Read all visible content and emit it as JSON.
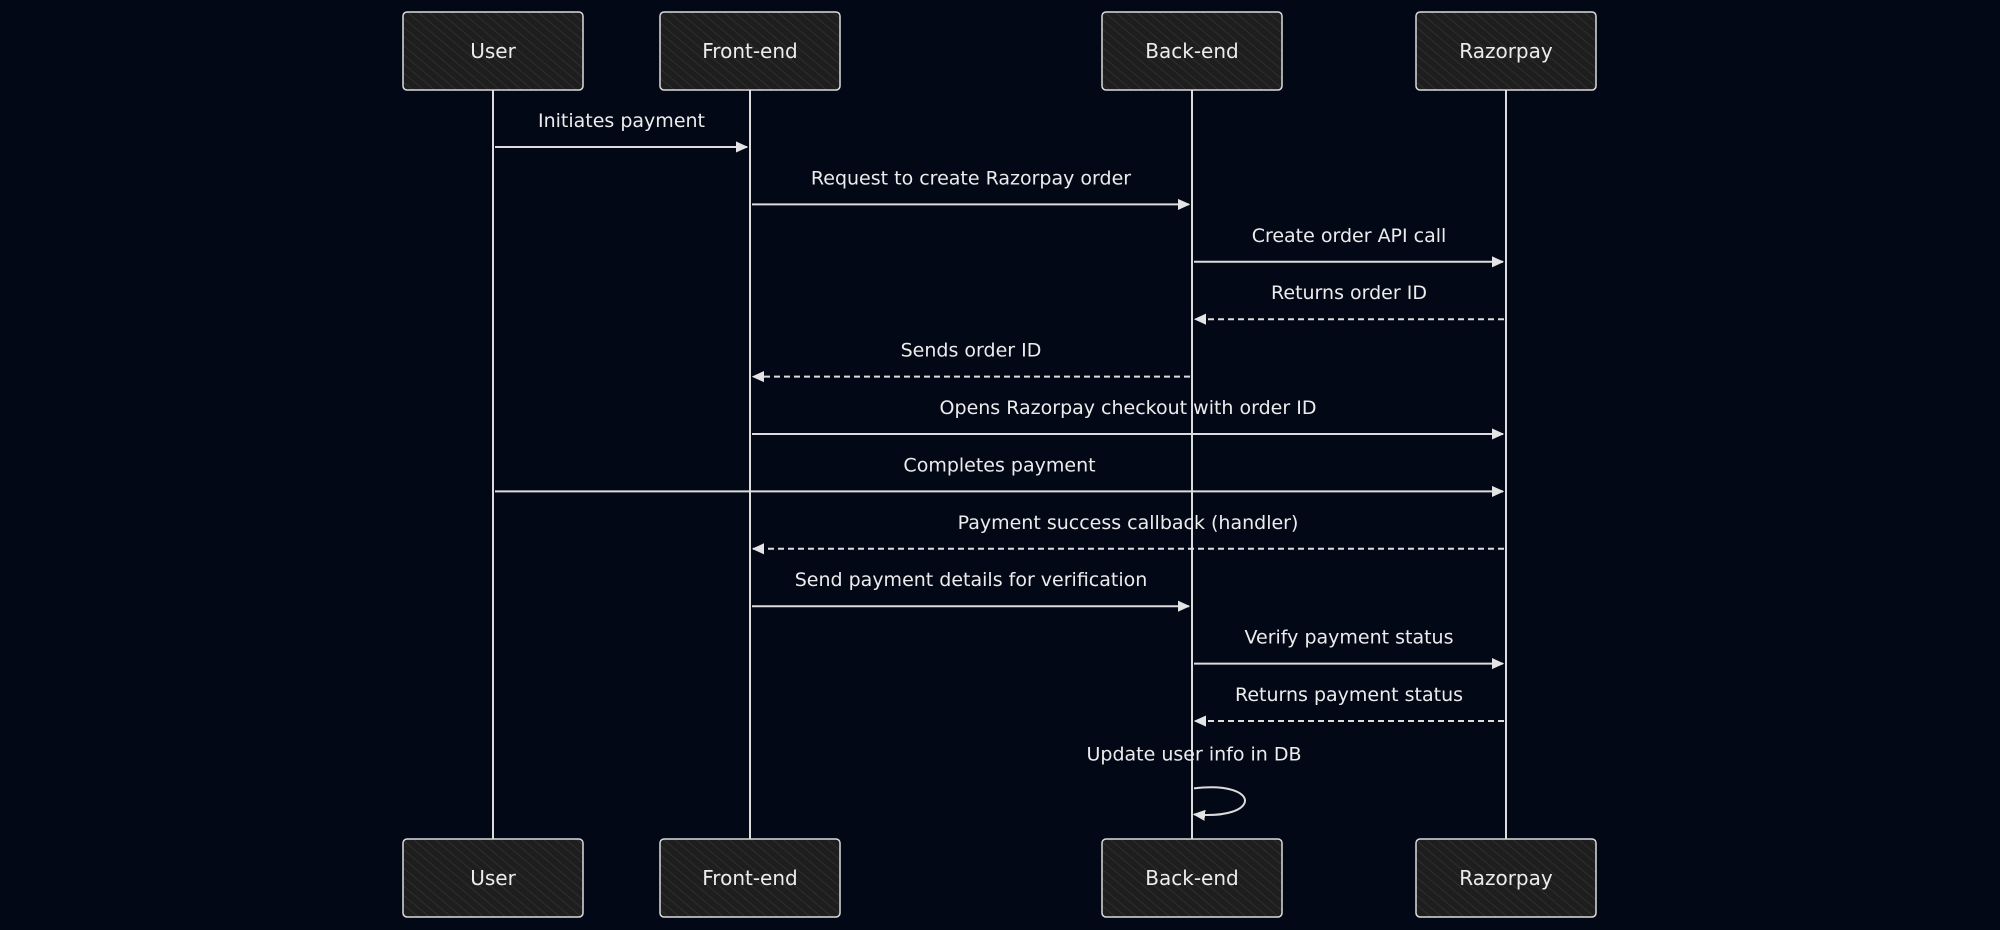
{
  "diagram": {
    "type": "sequence",
    "background_color": "#030817",
    "stroke_color": "#dcdcdc",
    "box_fill_color": "#1c1c1c",
    "participants": [
      {
        "id": "user",
        "label": "User"
      },
      {
        "id": "frontend",
        "label": "Front-end"
      },
      {
        "id": "backend",
        "label": "Back-end"
      },
      {
        "id": "razorpay",
        "label": "Razorpay"
      }
    ],
    "messages": [
      {
        "from": "user",
        "to": "frontend",
        "label": "Initiates payment",
        "style": "solid"
      },
      {
        "from": "frontend",
        "to": "backend",
        "label": "Request to create Razorpay order",
        "style": "solid"
      },
      {
        "from": "backend",
        "to": "razorpay",
        "label": "Create order API call",
        "style": "solid"
      },
      {
        "from": "razorpay",
        "to": "backend",
        "label": "Returns order ID",
        "style": "dashed"
      },
      {
        "from": "backend",
        "to": "frontend",
        "label": "Sends order ID",
        "style": "dashed"
      },
      {
        "from": "frontend",
        "to": "razorpay",
        "label": "Opens Razorpay checkout with order ID",
        "style": "solid"
      },
      {
        "from": "user",
        "to": "razorpay",
        "label": "Completes payment",
        "style": "solid"
      },
      {
        "from": "razorpay",
        "to": "frontend",
        "label": "Payment success callback (handler)",
        "style": "dashed"
      },
      {
        "from": "frontend",
        "to": "backend",
        "label": "Send payment details for verification",
        "style": "solid"
      },
      {
        "from": "backend",
        "to": "razorpay",
        "label": "Verify payment status",
        "style": "solid"
      },
      {
        "from": "razorpay",
        "to": "backend",
        "label": "Returns payment status",
        "style": "dashed"
      },
      {
        "from": "backend",
        "to": "backend",
        "label": "Update user info in DB",
        "style": "solid"
      }
    ]
  }
}
